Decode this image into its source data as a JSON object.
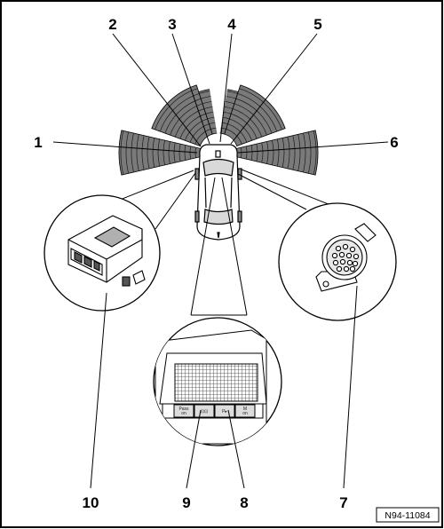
{
  "callouts": {
    "c1": "1",
    "c2": "2",
    "c3": "3",
    "c4": "4",
    "c5": "5",
    "c6": "6",
    "c7": "7",
    "c8": "8",
    "c9": "9",
    "c10": "10"
  },
  "reference": "N94-11084",
  "console_buttons": {
    "b1_line1": "Pass",
    "b1_line2": "on",
    "b2": "⊡⊡",
    "b3": "P▸",
    "b4_line1": "M",
    "b4_line2": "on"
  },
  "colors": {
    "ink": "#000000",
    "paper": "#ffffff",
    "sensor_fill": "#7a7a7a"
  }
}
